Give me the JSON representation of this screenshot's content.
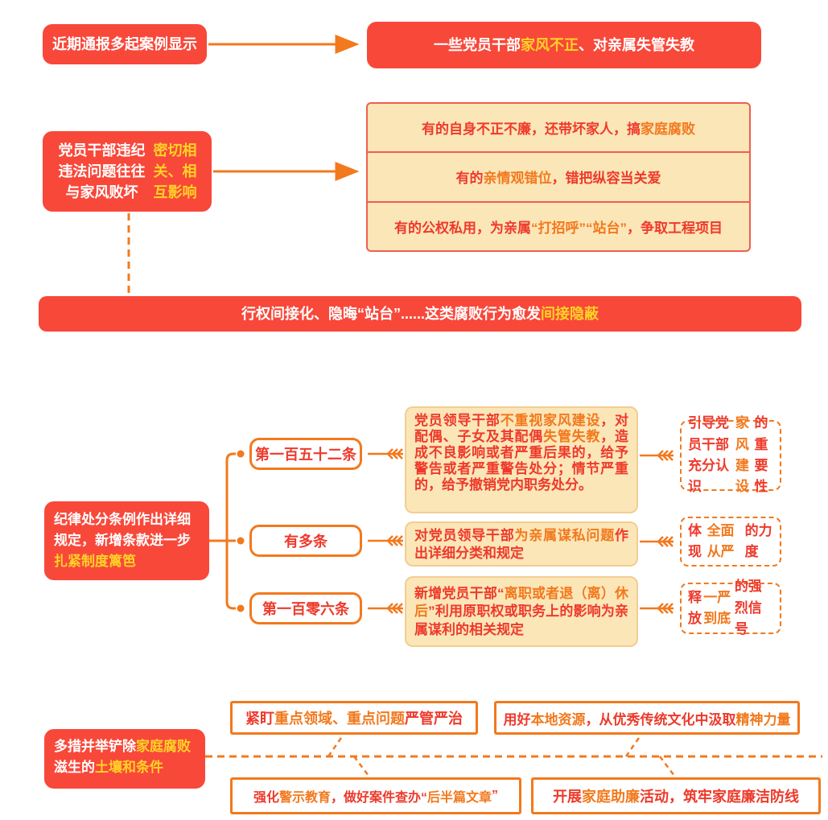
{
  "colors": {
    "red": "#F8483A",
    "red_text": "#EE3A2B",
    "orange": "#F2791D",
    "yellow": "#FFD226",
    "cream": "#FBE6B8",
    "cream_border": "#F2CD92",
    "table_border": "#EE5F4F"
  },
  "section1": {
    "source": [
      {
        "t": "近期通报多起案例显示"
      }
    ],
    "result": [
      {
        "t": "一些党员干部"
      },
      {
        "t": "家风不正",
        "c": "yellow"
      },
      {
        "t": "、对亲属失管失教"
      }
    ]
  },
  "section2": {
    "cause": [
      {
        "t": "党员干部违纪违法问题往往与家风败坏"
      },
      {
        "t": "密切相关、相互影响",
        "c": "yellow"
      }
    ],
    "factors": [
      [
        {
          "t": "有的自身不正不廉，还带坏家人，搞"
        },
        {
          "t": "家庭腐败",
          "c": "orange"
        }
      ],
      [
        {
          "t": "有的"
        },
        {
          "t": "亲情观错位",
          "c": "orange"
        },
        {
          "t": "，错把纵容当关爱"
        }
      ],
      [
        {
          "t": "有的公权私用，为亲属"
        },
        {
          "t": "“打招呼”“站台”",
          "c": "orange"
        },
        {
          "t": "，争取工程项目"
        }
      ]
    ],
    "banner": [
      {
        "t": "行权间接化、隐晦“站台”......这类腐败行为愈发"
      },
      {
        "t": "间接隐蔽",
        "c": "yellow"
      }
    ]
  },
  "section3": {
    "basis": [
      {
        "t": "纪律处分条例作出详细规定，新增条款进一步"
      },
      {
        "t": "扎紧制度篱笆",
        "c": "yellow"
      }
    ],
    "rows": [
      {
        "article": [
          {
            "t": "第一百五十二条"
          }
        ],
        "detail": [
          {
            "t": "党员领导干部"
          },
          {
            "t": "不重视家风建设",
            "c": "orange"
          },
          {
            "t": "，对配偶、子女及其配偶"
          },
          {
            "t": "失管失教",
            "c": "orange"
          },
          {
            "t": "，造成不良影响或者严重后果的，给予警告或者严重警告处分；情节严重的，给予撤销党内职务处分。"
          }
        ],
        "effect": [
          {
            "t": "引导党员干部充分认识"
          },
          {
            "t": "家风建设",
            "c": "orange"
          },
          {
            "t": "的重要性"
          }
        ]
      },
      {
        "article": [
          {
            "t": "有多条"
          }
        ],
        "detail": [
          {
            "t": "对党员领导干部"
          },
          {
            "t": "为亲属谋私问题",
            "c": "orange"
          },
          {
            "t": "作出详细分类和规定"
          }
        ],
        "effect": [
          {
            "t": "体现"
          },
          {
            "t": "全面从严",
            "c": "orange"
          },
          {
            "t": "的力度"
          }
        ]
      },
      {
        "article": [
          {
            "t": "第一百零六条"
          }
        ],
        "detail": [
          {
            "t": "新增党员干部“"
          },
          {
            "t": "离职或者退（离）休后",
            "c": "orange"
          },
          {
            "t": "”利用原职权或职务上的影响为亲属谋利的相关规定"
          }
        ],
        "effect": [
          {
            "t": "释放"
          },
          {
            "t": "一严到底",
            "c": "orange"
          },
          {
            "t": "的强烈信号"
          }
        ]
      }
    ]
  },
  "section4": {
    "measure": [
      {
        "t": "多措并举铲除"
      },
      {
        "t": "家庭腐败",
        "c": "yellow"
      },
      {
        "t": "滋生的"
      },
      {
        "t": "土壤和条件",
        "c": "yellow"
      }
    ],
    "measures": [
      [
        {
          "t": "紧盯"
        },
        {
          "t": "重点领域、重点问题",
          "c": "orange"
        },
        {
          "t": "严管严治"
        }
      ],
      [
        {
          "t": "用好"
        },
        {
          "t": "本地资源",
          "c": "orange"
        },
        {
          "t": "，从优秀传统文化中汲取"
        },
        {
          "t": "精神力量",
          "c": "orange"
        }
      ],
      [
        {
          "t": "强化"
        },
        {
          "t": "警示教育",
          "c": "orange"
        },
        {
          "t": "，做好案件查办“"
        },
        {
          "t": "后半篇文章",
          "c": "orange"
        },
        {
          "t": "”"
        }
      ],
      [
        {
          "t": "开展"
        },
        {
          "t": "家庭助廉",
          "c": "orange"
        },
        {
          "t": "活动，筑牢家庭廉洁防线"
        }
      ]
    ]
  }
}
